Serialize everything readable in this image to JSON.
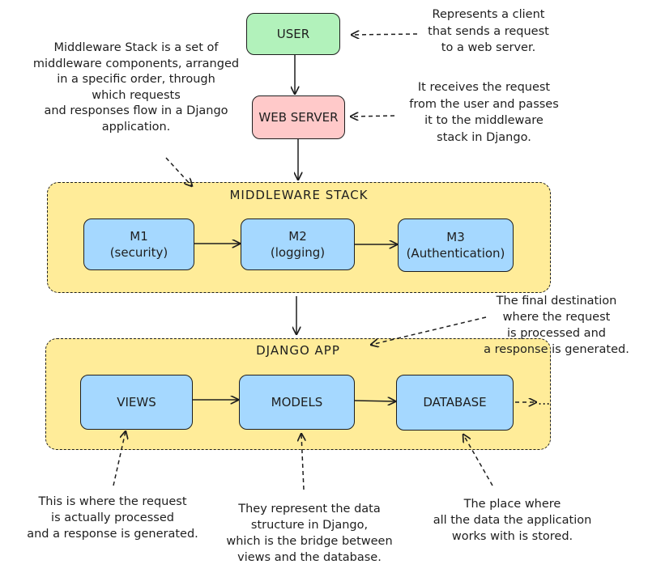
{
  "nodes": {
    "user": "USER",
    "web_server": "WEB SERVER",
    "middleware_stack_title": "MIDDLEWARE STACK",
    "m1": {
      "name": "M1",
      "detail": "(security)"
    },
    "m2": {
      "name": "M2",
      "detail": "(logging)"
    },
    "m3": {
      "name": "M3",
      "detail": "(Authentication)"
    },
    "django_app_title": "DJANGO APP",
    "views": "VIEWS",
    "models": "MODELS",
    "database": "DATABASE",
    "continuation": "..."
  },
  "notes": {
    "user": [
      "Represents a client",
      "that sends a request",
      "to a web server."
    ],
    "web_server": [
      "It receives the request",
      "from the user and passes",
      "it to the middleware",
      "stack in Django."
    ],
    "middleware": [
      "Middleware Stack is a set of",
      "middleware components, arranged",
      "in a specific order, through",
      "which requests",
      "and responses flow in a Django",
      "application."
    ],
    "django_app": [
      "The final destination",
      "where the request",
      "is processed and",
      "a response is generated."
    ],
    "views": [
      "This is where the request",
      "is actually processed",
      "and a response is generated."
    ],
    "models": [
      "They represent the data",
      "structure in Django,",
      "which is the bridge between",
      "views and the database."
    ],
    "database": [
      "The place where",
      "all the data the application",
      "works with is stored."
    ]
  },
  "colors": {
    "user": "#b2f2bb",
    "web_server": "#ffc9c9",
    "component": "#a5d8ff",
    "group": "#ffec99",
    "stroke": "#1e1e1e"
  }
}
